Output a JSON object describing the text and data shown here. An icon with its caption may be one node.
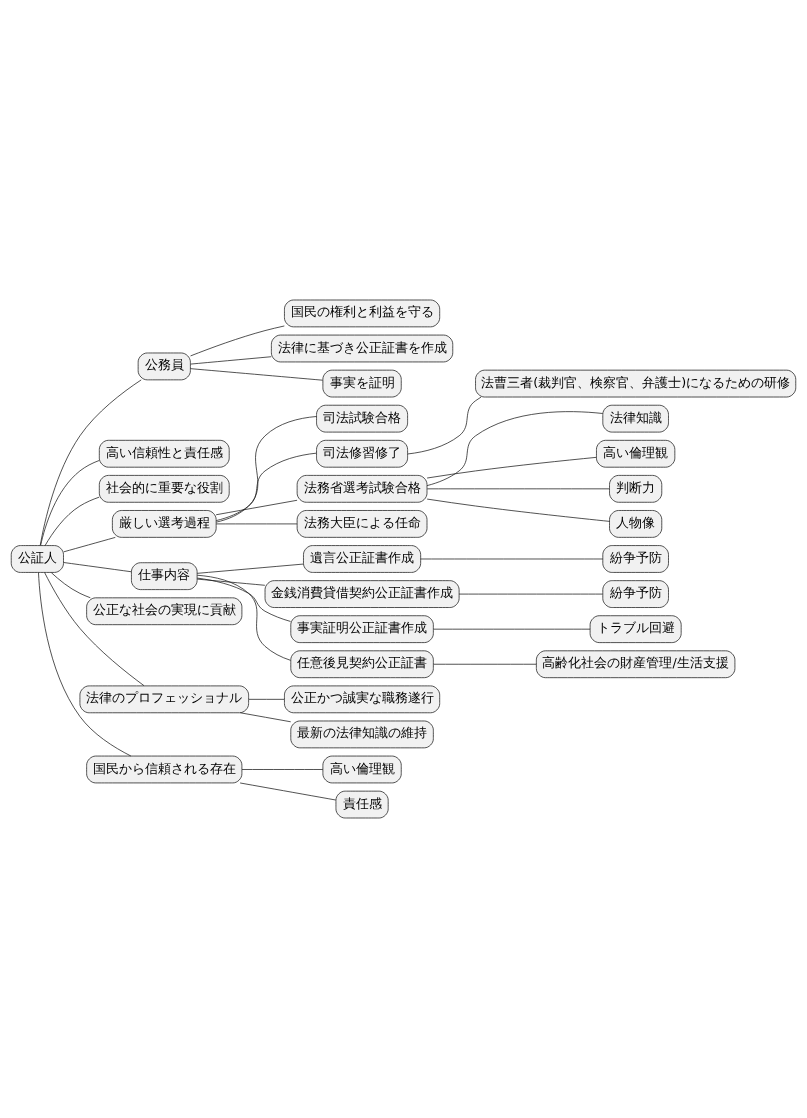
{
  "diagram": {
    "nodes": [
      {
        "text": [
          "公証人"
        ]
      },
      {
        "text": [
          "公務員"
        ]
      },
      {
        "text": [
          "国民の権利と利益を守る"
        ]
      },
      {
        "text": [
          "法律に基づき公正証書を作成"
        ]
      },
      {
        "text": [
          "事実を証明"
        ]
      },
      {
        "text": [
          "高い信頼性と責任感"
        ]
      },
      {
        "text": [
          "社会的に重要な役割"
        ]
      },
      {
        "text": [
          "厳しい選考過程"
        ]
      },
      {
        "text": [
          "司法試験合格"
        ]
      },
      {
        "text": [
          "司法修習修了"
        ]
      },
      {
        "text": [
          "法曹三者(裁判官、検察官、弁護士)になるための研修"
        ]
      },
      {
        "text": [
          "法務省選考試験合格"
        ]
      },
      {
        "text": [
          "法律知識"
        ]
      },
      {
        "text": [
          "高い倫理観"
        ]
      },
      {
        "text": [
          "判断力"
        ]
      },
      {
        "text": [
          "人物像"
        ]
      },
      {
        "text": [
          "法務大臣による任命"
        ]
      },
      {
        "text": [
          "仕事内容"
        ]
      },
      {
        "text": [
          "遺言公正証書作成"
        ]
      },
      {
        "text": [
          "紛争予防"
        ]
      },
      {
        "text": [
          "金銭消費貸借契約公正証書作成"
        ]
      },
      {
        "text": [
          "紛争予防"
        ]
      },
      {
        "text": [
          "事実証明公正証書作成"
        ]
      },
      {
        "text": [
          "トラブル回避"
        ]
      },
      {
        "text": [
          "任意後見契約公正証書"
        ]
      },
      {
        "text": [
          "高齢化社会の財産管理/生活支援"
        ]
      },
      {
        "text": [
          "公正な社会の実現に貢献"
        ]
      },
      {
        "text": [
          "法律のプロフェッショナル"
        ]
      },
      {
        "text": [
          "公正かつ誠実な職務遂行"
        ]
      },
      {
        "text": [
          "最新の法律知識の維持"
        ]
      },
      {
        "text": [
          "国民から信頼される存在"
        ]
      },
      {
        "text": [
          "高い倫理観"
        ]
      },
      {
        "text": [
          "責任感"
        ]
      }
    ],
    "edges": [
      {
        "from": 0,
        "to": 1,
        "arrow": "none"
      },
      {
        "from": 1,
        "to": 2,
        "arrow": "none"
      },
      {
        "from": 1,
        "to": 3,
        "arrow": "none"
      },
      {
        "from": 1,
        "to": 4,
        "arrow": "none"
      },
      {
        "from": 0,
        "to": 5,
        "arrow": "none"
      },
      {
        "from": 0,
        "to": 6,
        "arrow": "none"
      },
      {
        "from": 0,
        "to": 7,
        "arrow": "none"
      },
      {
        "from": 7,
        "to": 8,
        "arrow": "none"
      },
      {
        "from": 7,
        "to": 9,
        "arrow": "none"
      },
      {
        "from": 9,
        "to": 10,
        "arrow": "none"
      },
      {
        "from": 7,
        "to": 11,
        "arrow": "none"
      },
      {
        "from": 11,
        "to": 12,
        "arrow": "none"
      },
      {
        "from": 11,
        "to": 13,
        "arrow": "none"
      },
      {
        "from": 11,
        "to": 14,
        "arrow": "none"
      },
      {
        "from": 11,
        "to": 15,
        "arrow": "none"
      },
      {
        "from": 7,
        "to": 16,
        "arrow": "none"
      },
      {
        "from": 0,
        "to": 17,
        "arrow": "none"
      },
      {
        "from": 17,
        "to": 18,
        "arrow": "none"
      },
      {
        "from": 18,
        "to": 19,
        "arrow": "none"
      },
      {
        "from": 17,
        "to": 20,
        "arrow": "none"
      },
      {
        "from": 20,
        "to": 21,
        "arrow": "none"
      },
      {
        "from": 17,
        "to": 22,
        "arrow": "none"
      },
      {
        "from": 22,
        "to": 23,
        "arrow": "none"
      },
      {
        "from": 17,
        "to": 24,
        "arrow": "none"
      },
      {
        "from": 24,
        "to": 25,
        "arrow": "none"
      },
      {
        "from": 0,
        "to": 26,
        "arrow": "none"
      },
      {
        "from": 0,
        "to": 27,
        "arrow": "none"
      },
      {
        "from": 27,
        "to": 28,
        "arrow": "none"
      },
      {
        "from": 27,
        "to": 29,
        "arrow": "none"
      },
      {
        "from": 0,
        "to": 30,
        "arrow": "none"
      },
      {
        "from": 30,
        "to": 31,
        "arrow": "none"
      },
      {
        "from": 30,
        "to": 32,
        "arrow": "none"
      }
    ]
  }
}
